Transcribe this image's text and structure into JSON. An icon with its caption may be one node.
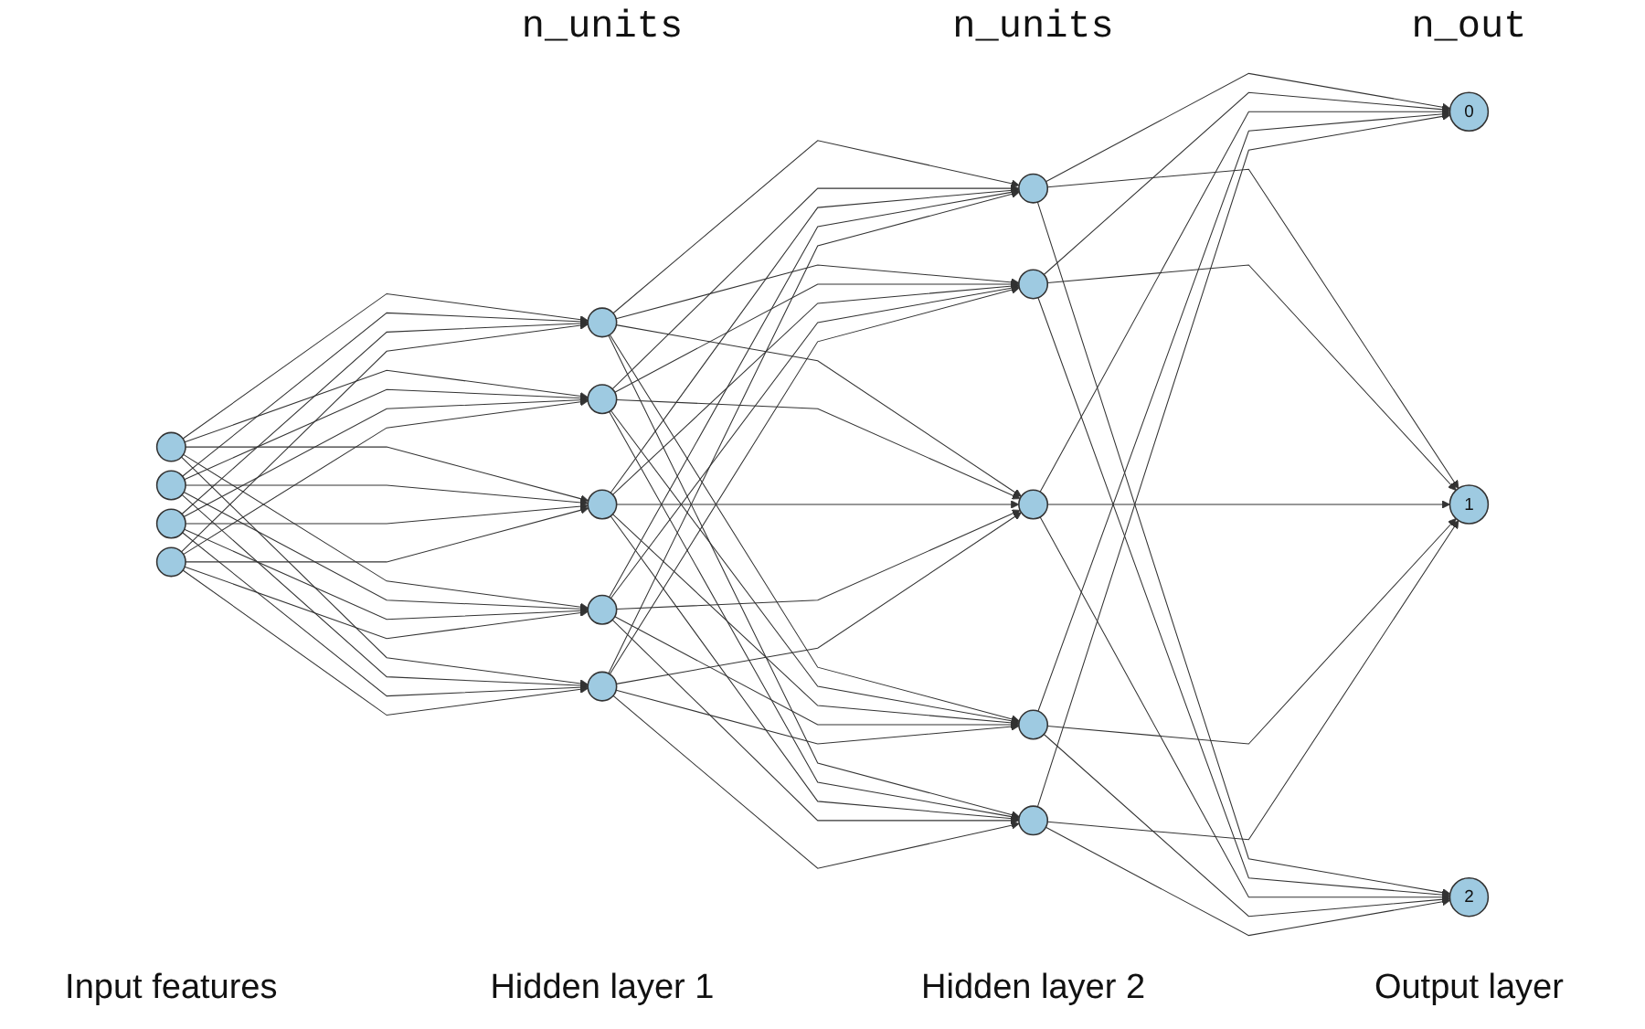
{
  "diagram": {
    "nodes": [
      {
        "text": [],
        "shape": "circle"
      },
      {
        "text": [],
        "shape": "circle"
      },
      {
        "text": [],
        "shape": "circle"
      },
      {
        "text": [],
        "shape": "circle"
      },
      {
        "text": [],
        "shape": "circle"
      },
      {
        "text": [],
        "shape": "circle"
      },
      {
        "text": [],
        "shape": "circle"
      },
      {
        "text": [],
        "shape": "circle"
      },
      {
        "text": [],
        "shape": "circle"
      },
      {
        "text": [],
        "shape": "circle"
      },
      {
        "text": [],
        "shape": "circle"
      },
      {
        "text": [],
        "shape": "circle"
      },
      {
        "text": [],
        "shape": "circle"
      },
      {
        "text": [],
        "shape": "circle"
      },
      {
        "text": [
          "0"
        ]
      },
      {
        "text": [
          "1"
        ]
      },
      {
        "text": [
          "2"
        ]
      }
    ],
    "edges": [
      {
        "from": 0,
        "to": 4,
        "arrow": "to"
      },
      {
        "from": 0,
        "to": 5,
        "arrow": "to"
      },
      {
        "from": 0,
        "to": 6,
        "arrow": "to"
      },
      {
        "from": 0,
        "to": 7,
        "arrow": "to"
      },
      {
        "from": 0,
        "to": 8,
        "arrow": "to"
      },
      {
        "from": 1,
        "to": 4,
        "arrow": "to"
      },
      {
        "from": 1,
        "to": 5,
        "arrow": "to"
      },
      {
        "from": 1,
        "to": 6,
        "arrow": "to"
      },
      {
        "from": 1,
        "to": 7,
        "arrow": "to"
      },
      {
        "from": 1,
        "to": 8,
        "arrow": "to"
      },
      {
        "from": 2,
        "to": 4,
        "arrow": "to"
      },
      {
        "from": 2,
        "to": 5,
        "arrow": "to"
      },
      {
        "from": 2,
        "to": 6,
        "arrow": "to"
      },
      {
        "from": 2,
        "to": 7,
        "arrow": "to"
      },
      {
        "from": 2,
        "to": 8,
        "arrow": "to"
      },
      {
        "from": 3,
        "to": 4,
        "arrow": "to"
      },
      {
        "from": 3,
        "to": 5,
        "arrow": "to"
      },
      {
        "from": 3,
        "to": 6,
        "arrow": "to"
      },
      {
        "from": 3,
        "to": 7,
        "arrow": "to"
      },
      {
        "from": 3,
        "to": 8,
        "arrow": "to"
      },
      {
        "from": 4,
        "to": 9,
        "arrow": "to"
      },
      {
        "from": 4,
        "to": 10,
        "arrow": "to"
      },
      {
        "from": 4,
        "to": 11,
        "arrow": "to"
      },
      {
        "from": 4,
        "to": 12,
        "arrow": "to"
      },
      {
        "from": 4,
        "to": 13,
        "arrow": "to"
      },
      {
        "from": 5,
        "to": 9,
        "arrow": "to"
      },
      {
        "from": 5,
        "to": 10,
        "arrow": "to"
      },
      {
        "from": 5,
        "to": 11,
        "arrow": "to"
      },
      {
        "from": 5,
        "to": 12,
        "arrow": "to"
      },
      {
        "from": 5,
        "to": 13,
        "arrow": "to"
      },
      {
        "from": 6,
        "to": 9,
        "arrow": "to"
      },
      {
        "from": 6,
        "to": 10,
        "arrow": "to"
      },
      {
        "from": 6,
        "to": 11,
        "arrow": "to"
      },
      {
        "from": 6,
        "to": 12,
        "arrow": "to"
      },
      {
        "from": 6,
        "to": 13,
        "arrow": "to"
      },
      {
        "from": 7,
        "to": 9,
        "arrow": "to"
      },
      {
        "from": 7,
        "to": 10,
        "arrow": "to"
      },
      {
        "from": 7,
        "to": 11,
        "arrow": "to"
      },
      {
        "from": 7,
        "to": 12,
        "arrow": "to"
      },
      {
        "from": 7,
        "to": 13,
        "arrow": "to"
      },
      {
        "from": 8,
        "to": 9,
        "arrow": "to"
      },
      {
        "from": 8,
        "to": 10,
        "arrow": "to"
      },
      {
        "from": 8,
        "to": 11,
        "arrow": "to"
      },
      {
        "from": 8,
        "to": 12,
        "arrow": "to"
      },
      {
        "from": 8,
        "to": 13,
        "arrow": "to"
      },
      {
        "from": 9,
        "to": 14,
        "arrow": "to"
      },
      {
        "from": 9,
        "to": 15,
        "arrow": "to"
      },
      {
        "from": 9,
        "to": 16,
        "arrow": "to"
      },
      {
        "from": 10,
        "to": 14,
        "arrow": "to"
      },
      {
        "from": 10,
        "to": 15,
        "arrow": "to"
      },
      {
        "from": 10,
        "to": 16,
        "arrow": "to"
      },
      {
        "from": 11,
        "to": 14,
        "arrow": "to"
      },
      {
        "from": 11,
        "to": 15,
        "arrow": "to"
      },
      {
        "from": 11,
        "to": 16,
        "arrow": "to"
      },
      {
        "from": 12,
        "to": 14,
        "arrow": "to"
      },
      {
        "from": 12,
        "to": 15,
        "arrow": "to"
      },
      {
        "from": 12,
        "to": 16,
        "arrow": "to"
      },
      {
        "from": 13,
        "to": 14,
        "arrow": "to"
      },
      {
        "from": 13,
        "to": 15,
        "arrow": "to"
      },
      {
        "from": 13,
        "to": 16,
        "arrow": "to"
      }
    ],
    "labels": [
      "n_units",
      "n_units",
      "n_out",
      "Input features",
      "Hidden layer 1",
      "Hidden layer 2",
      "Output layer"
    ]
  }
}
